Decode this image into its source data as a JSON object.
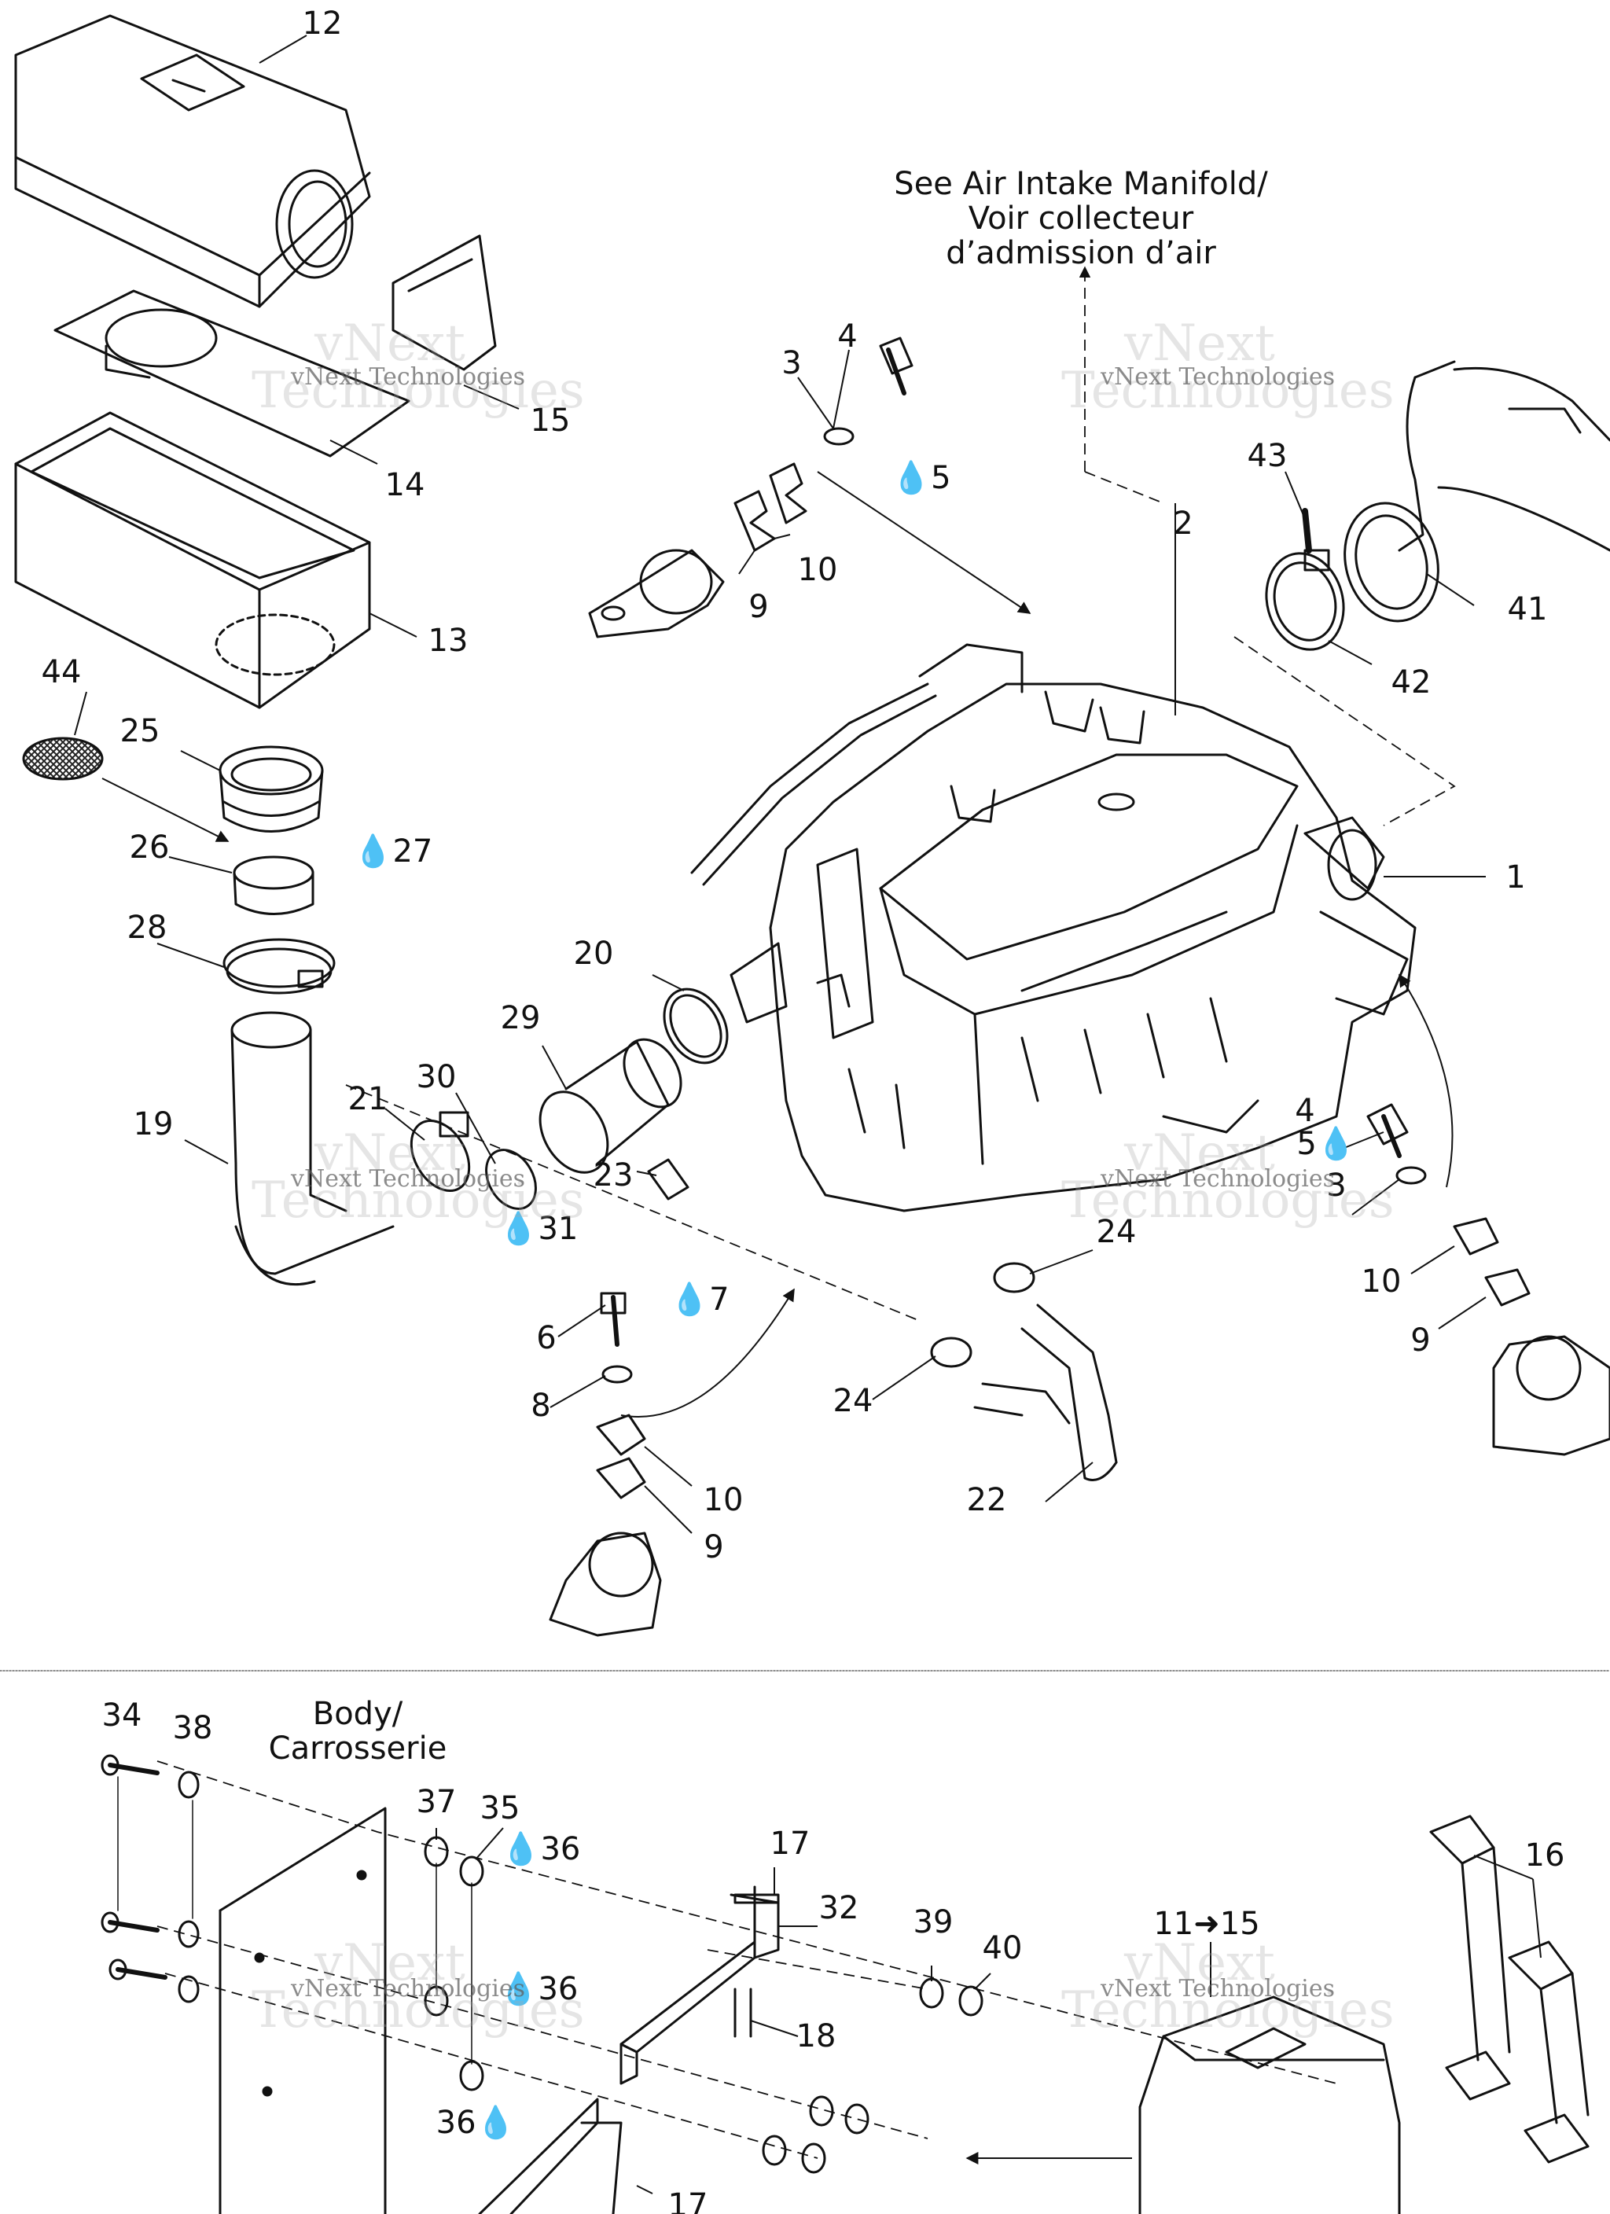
{
  "watermark": {
    "line1": "vNext",
    "line2": "Technologies",
    "small": "vNext Technologies"
  },
  "notes": {
    "intake": "See Air Intake Manifold/\nVoir collecteur\nd’admission d’air",
    "body": "Body/\nCarrosserie"
  },
  "callouts": {
    "c12": "12",
    "c15": "15",
    "c14": "14",
    "c13": "13",
    "c44": "44",
    "c25": "25",
    "c26": "26",
    "c27": "💧27",
    "c28": "28",
    "c19": "19",
    "c21": "21",
    "c30": "30",
    "c29": "29",
    "c20": "20",
    "c23": "23",
    "c31": "💧31",
    "c4a": "4",
    "c3a": "3",
    "c5a": "💧5",
    "c10a": "10",
    "c9a": "9",
    "c2": "2",
    "c43": "43",
    "c41": "41",
    "c42": "42",
    "c1": "1",
    "c4b": "4",
    "c5b": "5💧",
    "c3b": "3",
    "c10b": "10",
    "c9b": "9",
    "c24a": "24",
    "c6": "6",
    "c7": "💧7",
    "c8": "8",
    "c10c": "10",
    "c9c": "9",
    "c24b": "24",
    "c22": "22",
    "c34": "34",
    "c38": "38",
    "c37": "37",
    "c35": "35",
    "c36a": "💧36",
    "c36b": "💧36",
    "c36c": "36💧",
    "c17a": "17",
    "c32": "32",
    "c18": "18",
    "c39": "39",
    "c40": "40",
    "c11": "11➜15",
    "c16": "16",
    "c17b": "17"
  }
}
